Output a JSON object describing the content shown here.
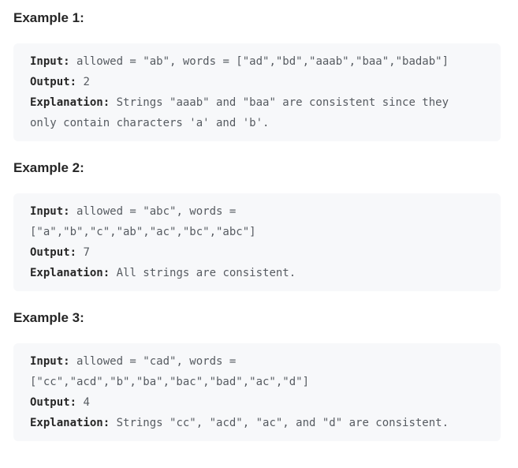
{
  "colors": {
    "page_background": "#ffffff",
    "heading_text": "#262626",
    "code_block_background": "#f7f8fa",
    "code_label_text": "#262626",
    "code_body_text": "#565b61"
  },
  "examples": [
    {
      "title": "Example 1:",
      "input_label": "Input:",
      "input": " allowed = \"ab\", words = [\"ad\",\"bd\",\"aaab\",\"baa\",\"badab\"]",
      "output_label": "Output:",
      "output": " 2",
      "explanation_label": "Explanation:",
      "explanation": " Strings \"aaab\" and \"baa\" are consistent since they only contain characters 'a' and 'b'."
    },
    {
      "title": "Example 2:",
      "input_label": "Input:",
      "input": " allowed = \"abc\", words = [\"a\",\"b\",\"c\",\"ab\",\"ac\",\"bc\",\"abc\"]",
      "output_label": "Output:",
      "output": " 7",
      "explanation_label": "Explanation:",
      "explanation": " All strings are consistent."
    },
    {
      "title": "Example 3:",
      "input_label": "Input:",
      "input": " allowed = \"cad\", words = [\"cc\",\"acd\",\"b\",\"ba\",\"bac\",\"bad\",\"ac\",\"d\"]",
      "output_label": "Output:",
      "output": " 4",
      "explanation_label": "Explanation:",
      "explanation": " Strings \"cc\", \"acd\", \"ac\", and \"d\" are consistent."
    }
  ]
}
